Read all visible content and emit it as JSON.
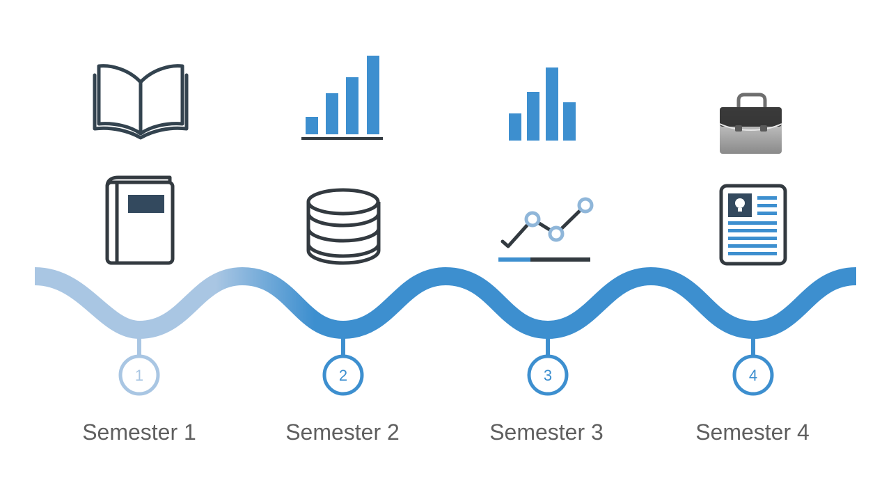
{
  "timeline": {
    "stages": [
      {
        "number": "1",
        "label": "Semester 1",
        "top_icon": "open-book-icon",
        "bottom_icon": "closed-book-icon"
      },
      {
        "number": "2",
        "label": "Semester 2",
        "top_icon": "bar-chart-growth-icon",
        "bottom_icon": "database-icon"
      },
      {
        "number": "3",
        "label": "Semester 3",
        "top_icon": "bar-chart-icon",
        "bottom_icon": "line-chart-progress-icon"
      },
      {
        "number": "4",
        "label": "Semester 4",
        "top_icon": "briefcase-icon",
        "bottom_icon": "resume-document-icon"
      }
    ]
  },
  "colors": {
    "accent": "#3d8fcf",
    "accent_faded": "#a9c6e3",
    "icon_stroke": "#333a40",
    "label_text": "#5f5f5f"
  }
}
